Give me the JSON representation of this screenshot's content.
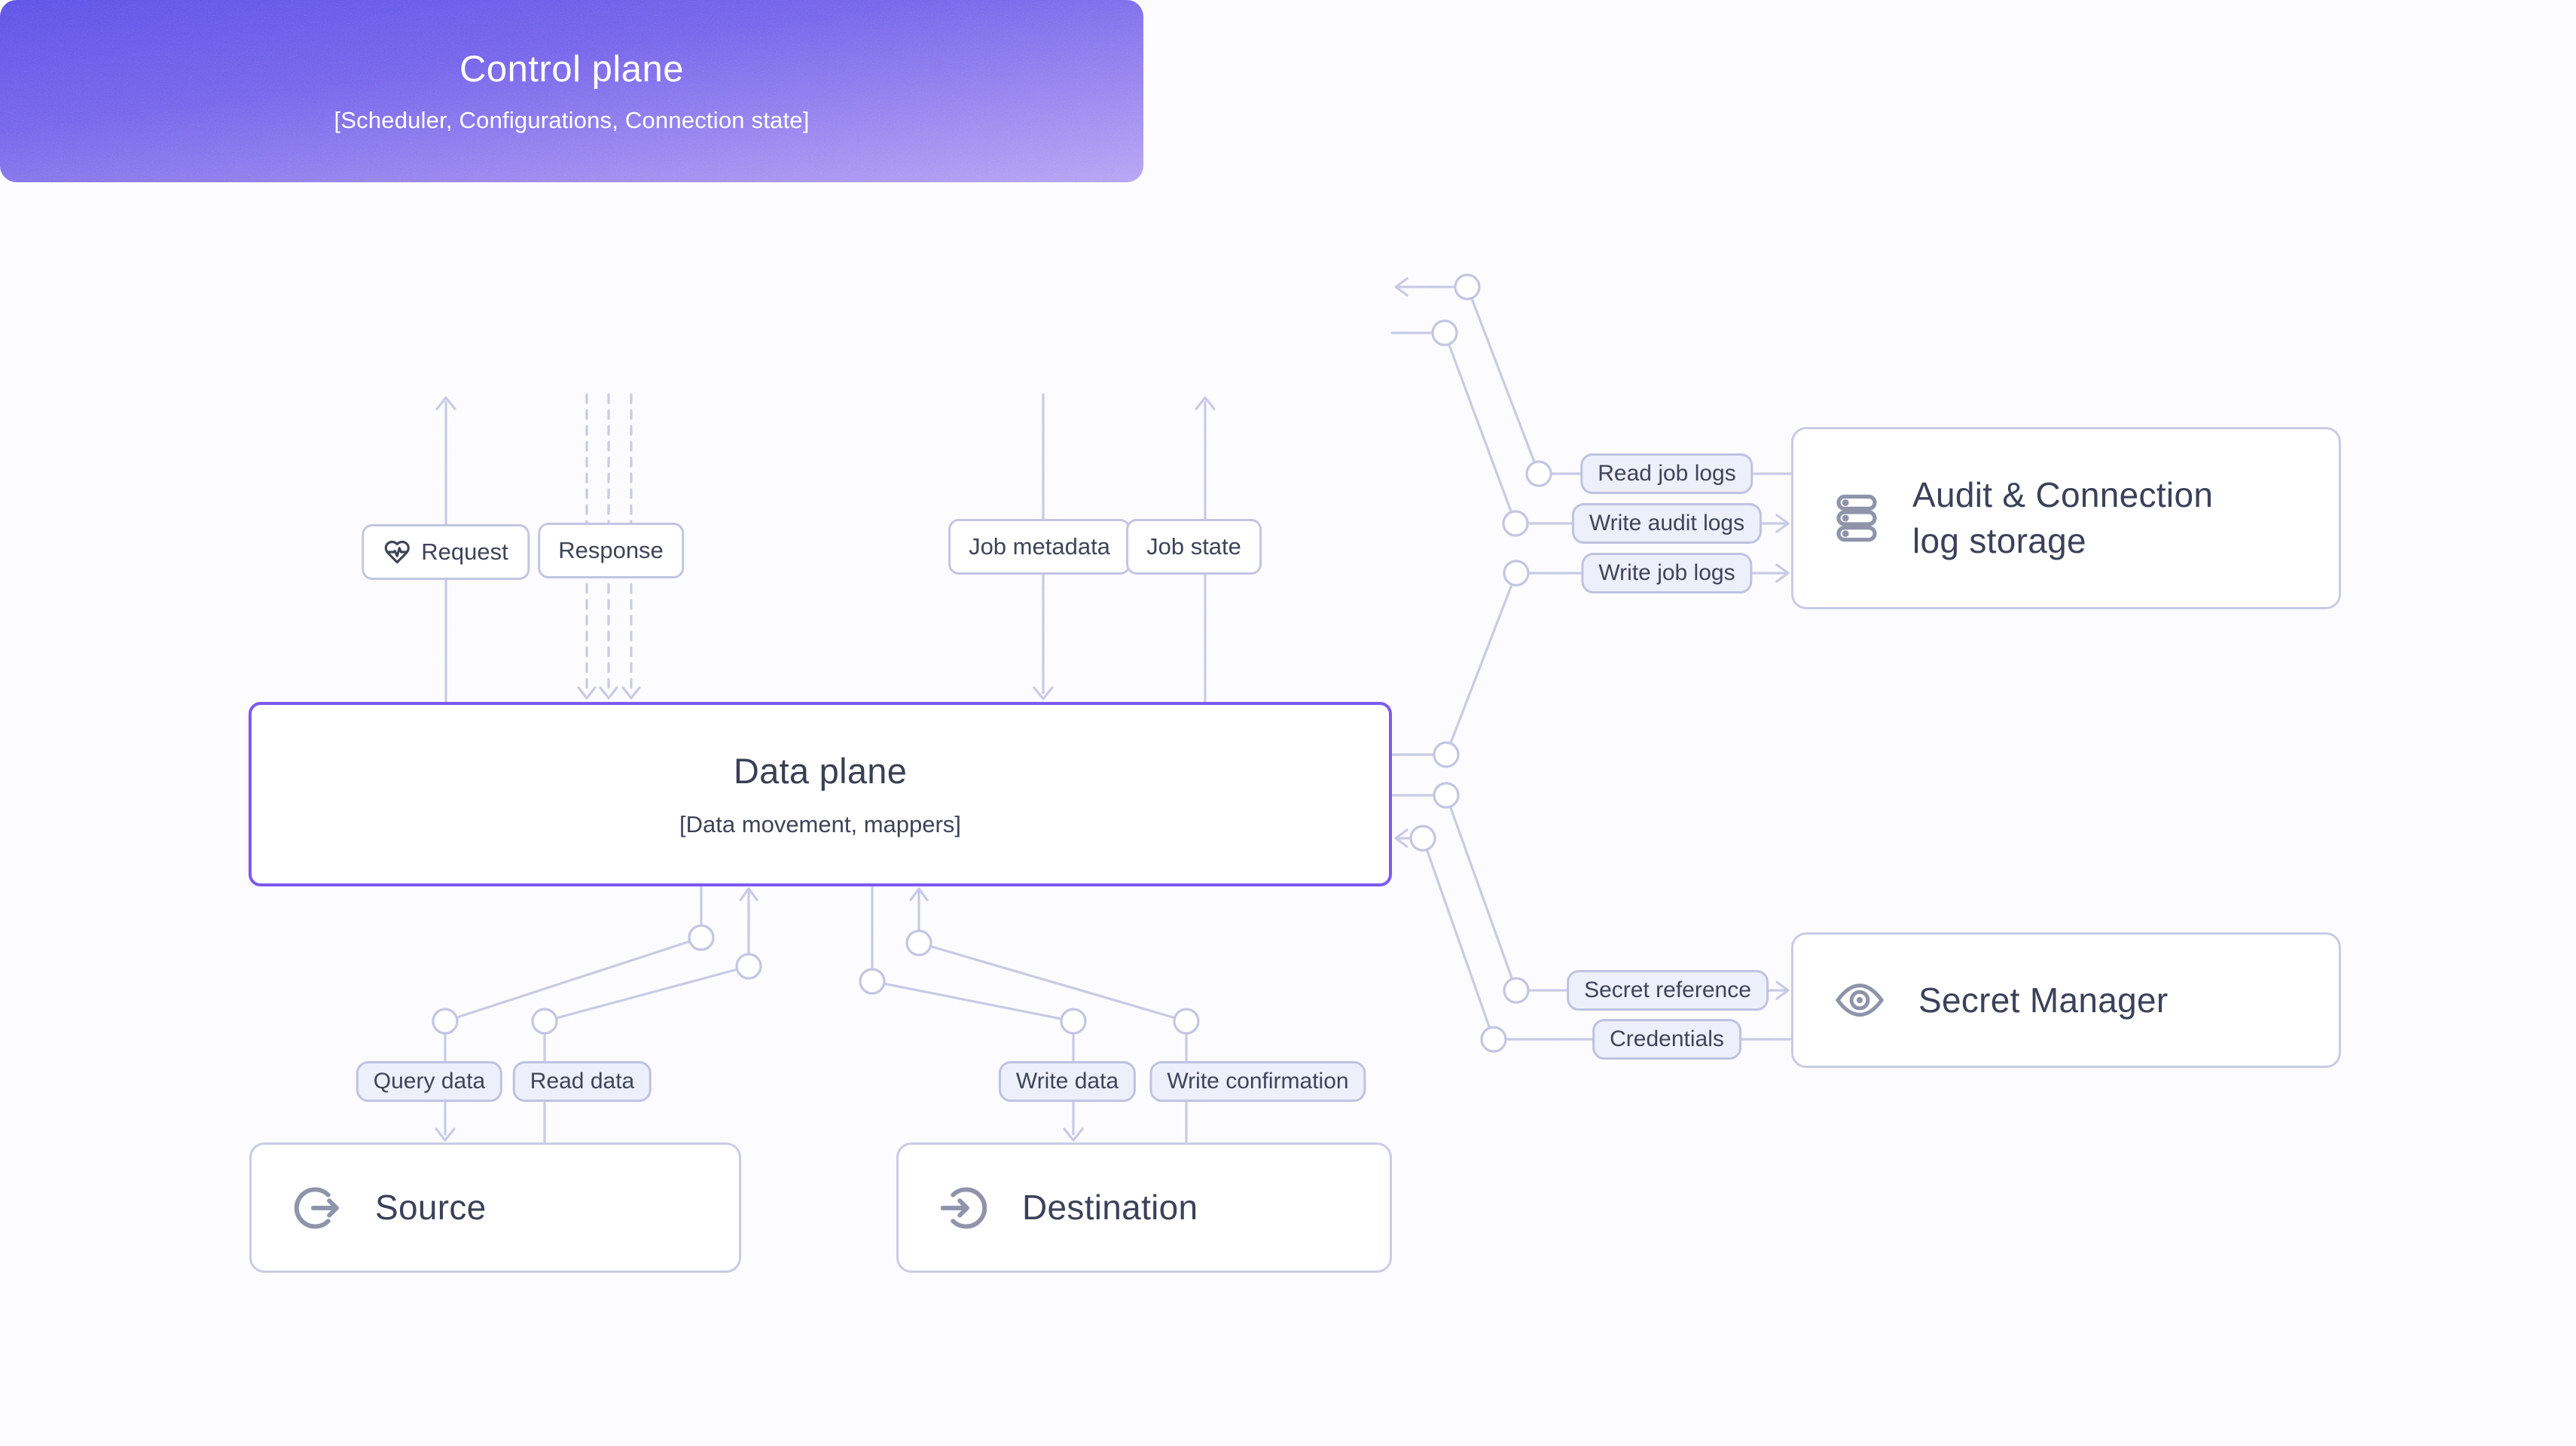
{
  "diagram_title": "Control plane / Data plane architecture",
  "palette": {
    "background": "#fcfcfe",
    "connector_line": "#c5c7e3",
    "pill_fill": "#edeffb",
    "pill_border": "#bfc2e0",
    "box_border": "#c9cbe6",
    "data_plane_border": "#7b5af2",
    "text_dark": "#3c415a",
    "icon_gray": "#8f94ab",
    "control_plane_gradient_top": "#5b50e7",
    "control_plane_gradient_bottom": "#b4a4f4"
  },
  "nodes": {
    "control_plane": {
      "title": "Control plane",
      "subtitle": "[Scheduler, Configurations, Connection state]"
    },
    "data_plane": {
      "title": "Data plane",
      "subtitle": "[Data movement, mappers]"
    },
    "source": {
      "title": "Source",
      "icon": "export-arrow-icon"
    },
    "destination": {
      "title": "Destination",
      "icon": "import-arrow-icon"
    },
    "audit": {
      "title_line1": "Audit & Connection",
      "title_line2": "log storage",
      "icon": "server-stack-icon"
    },
    "secret": {
      "title": "Secret Manager",
      "icon": "eye-icon"
    }
  },
  "edge_labels": {
    "request": "Request",
    "response": "Response",
    "job_metadata": "Job metadata",
    "job_state": "Job state",
    "read_job_logs": "Read job logs",
    "write_audit_logs": "Write audit logs",
    "write_job_logs": "Write job logs",
    "secret_reference": "Secret reference",
    "credentials": "Credentials",
    "query_data": "Query data",
    "read_data": "Read data",
    "write_data": "Write data",
    "write_confirmation": "Write confirmation"
  },
  "icons": {
    "request": "heart-pulse-icon",
    "source": "export-arrow-icon",
    "destination": "import-arrow-icon",
    "audit": "server-stack-icon",
    "secret": "eye-icon"
  }
}
